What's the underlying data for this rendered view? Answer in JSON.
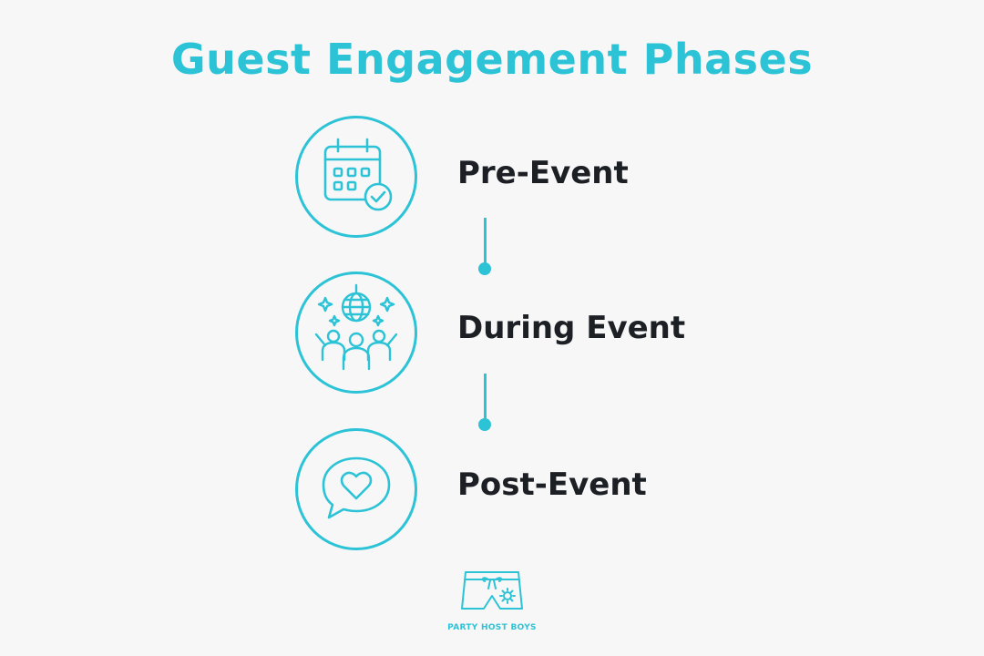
{
  "title": "Guest Engagement Phases",
  "phases": [
    {
      "label": "Pre-Event",
      "icon": "calendar-check-icon"
    },
    {
      "label": "During Event",
      "icon": "disco-ball-crowd-icon"
    },
    {
      "label": "Post-Event",
      "icon": "heart-speech-bubble-icon"
    }
  ],
  "logo": {
    "text": "PARTY HOST BOYS",
    "icon": "swim-shorts-logo"
  },
  "colors": {
    "accent": "#2cc3d6",
    "text": "#1c1f24",
    "background": "#f7f7f8"
  }
}
